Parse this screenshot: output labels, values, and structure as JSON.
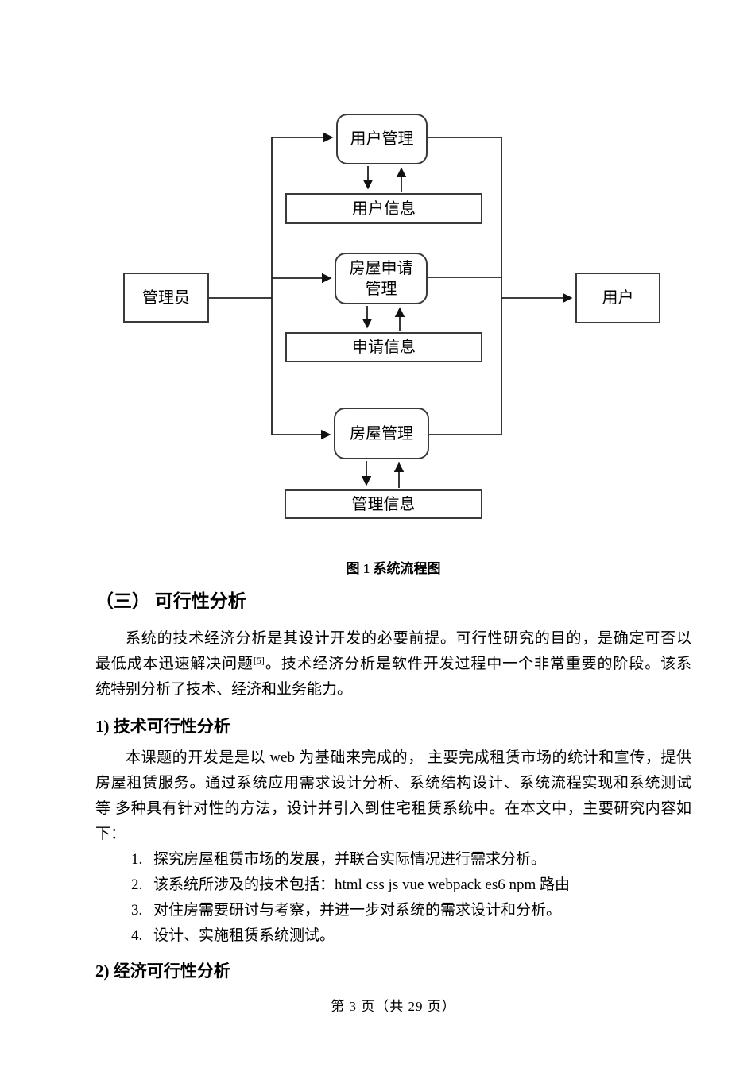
{
  "diagram": {
    "caption": "图 1 系统流程图",
    "boxes": {
      "user_mgmt": "用户管理",
      "user_info": "用户信息",
      "admin": "管理员",
      "house_apply_line1": "房屋申请",
      "house_apply_line2": "管理",
      "apply_info": "申请信息",
      "user": "用户",
      "house_mgmt": "房屋管理",
      "mgmt_info": "管理信息"
    },
    "line_color": "#222222",
    "box_border_color": "#3a3a3a"
  },
  "sections": {
    "heading_feasibility": "（三） 可行性分析",
    "para1": {
      "line1": "系统的技术经济分析是其设计开发的必要前提。可行性研究的目的，是确定可否以",
      "line2_before": "最低成本迅速解决问题",
      "line2_sup": "[5]",
      "line2_after": "。技术经济分析是软件开发过程中一个非常重要的阶段。该系",
      "line3": "统特别分析了技术、经济和业务能力。"
    },
    "heading_tech": "1) 技术可行性分析",
    "para2": {
      "line1": "本课题的开发是是以 web 为基础来完成的， 主要完成租赁市场的统计和宣传，提供",
      "line2": "房屋租赁服务。通过系统应用需求设计分析、系统结构设计、系统流程实现和系统测试",
      "line3": "等 多种具有针对性的方法，设计并引入到住宅租赁系统中。在本文中，主要研究内容如",
      "line4": "下："
    },
    "list": [
      {
        "num": "1.",
        "text": "探究房屋租赁市场的发展，并联合实际情况进行需求分析。"
      },
      {
        "num": "2.",
        "text": "该系统所涉及的技术包括：html css js vue webpack es6 npm 路由"
      },
      {
        "num": "3.",
        "text": "对住房需要研讨与考察，并进一步对系统的需求设计和分析。"
      },
      {
        "num": "4.",
        "text": "设计、实施租赁系统测试。"
      }
    ],
    "heading_econ": "2) 经济可行性分析"
  },
  "footer": {
    "page_label": "第 3 页（共 29 页）"
  }
}
